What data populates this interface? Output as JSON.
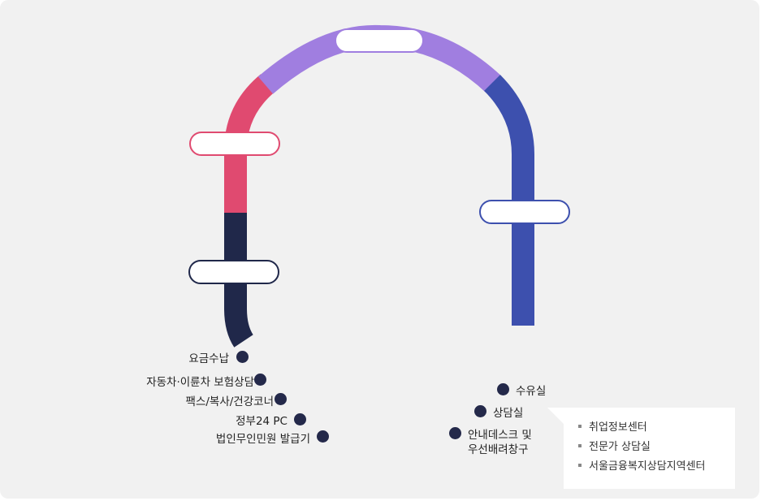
{
  "colors": {
    "background_panel": "#f1f1f1",
    "segment_navy": "#20284a",
    "segment_pink": "#e04a70",
    "segment_purple": "#a07ee0",
    "segment_blue": "#3d50ae",
    "dot": "#24294a"
  },
  "track": {
    "stops": [
      {
        "id": "top",
        "label": "",
        "border_color": "#a07ee0"
      },
      {
        "id": "upper-left",
        "label": "",
        "border_color": "#e04a70"
      },
      {
        "id": "right",
        "label": "",
        "border_color": "#3d50ae"
      },
      {
        "id": "lower-left",
        "label": "",
        "border_color": "#20284a"
      }
    ]
  },
  "left_facilities": [
    "요금수납",
    "자동차·이륜차 보험상담",
    "팩스/복사/건강코너",
    "정부24 PC",
    "법인무인민원 발급기"
  ],
  "right_facilities": [
    "수유실",
    "상담실",
    "안내데스크 및",
    "우선배려창구"
  ],
  "info_box": {
    "items": [
      "취업정보센터",
      "전문가 상담실",
      "서울금융복지상담지역센터"
    ]
  }
}
